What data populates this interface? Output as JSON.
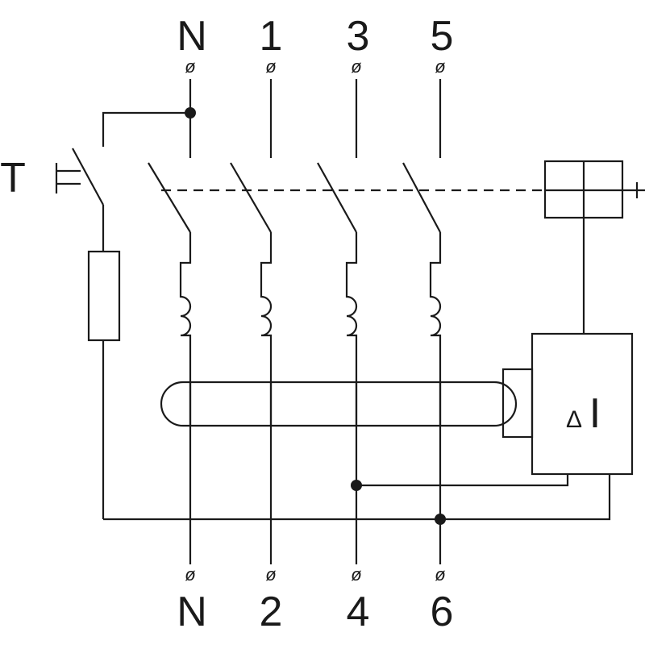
{
  "diagram": {
    "top_labels": [
      "N",
      "1",
      "3",
      "5"
    ],
    "bottom_labels": [
      "N",
      "2",
      "4",
      "6"
    ],
    "test_label": "T",
    "terminal_symbol": "ø",
    "sensor_label": "ΔI",
    "sensor_delta": "Δ",
    "sensor_i": "I"
  }
}
